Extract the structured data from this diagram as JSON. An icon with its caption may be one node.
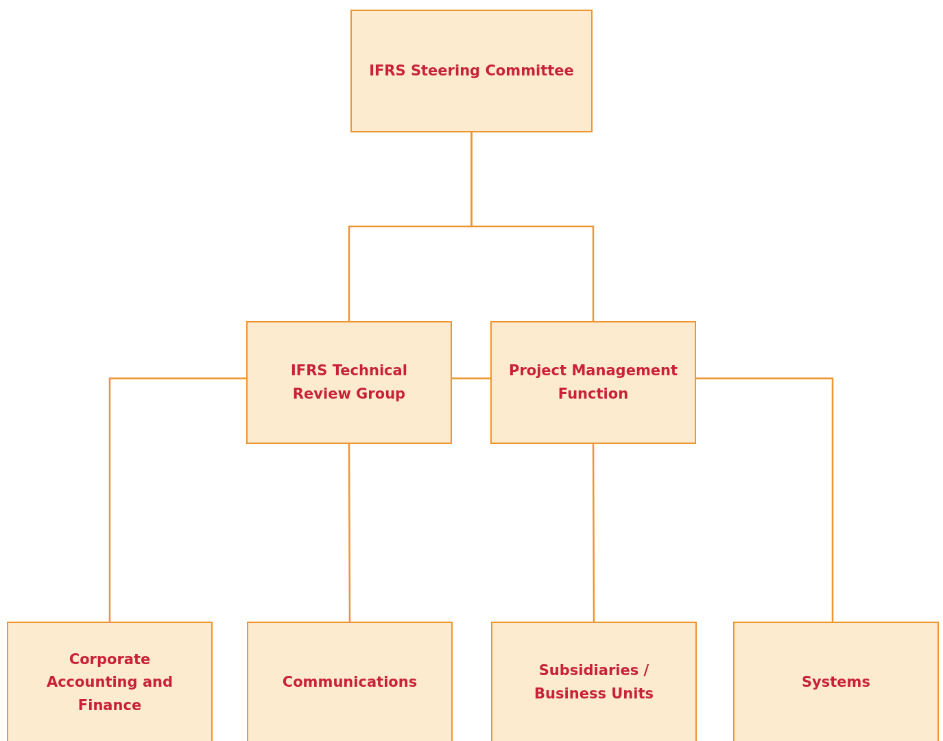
{
  "diagram": {
    "nodes": [
      {
        "text": [
          "IFRS Steering Committee"
        ]
      },
      {
        "text": [
          "IFRS Technical Review Group"
        ]
      },
      {
        "text": [
          "Project Management Function"
        ]
      },
      {
        "text": [
          "Corporate Accounting and Finance"
        ]
      },
      {
        "text": [
          "Communications"
        ]
      },
      {
        "text": [
          "Subsidiaries / Business Units"
        ]
      },
      {
        "text": [
          "Systems"
        ]
      }
    ],
    "edges": [
      {
        "from": 0,
        "to": 1,
        "arrow": "none"
      },
      {
        "from": 0,
        "to": 2,
        "arrow": "none"
      },
      {
        "from": 1,
        "to": 2,
        "arrow": "none"
      },
      {
        "from": 1,
        "to": 3,
        "arrow": "none"
      },
      {
        "from": 1,
        "to": 4,
        "arrow": "none"
      },
      {
        "from": 2,
        "to": 5,
        "arrow": "none"
      },
      {
        "from": 2,
        "to": 6,
        "arrow": "none"
      }
    ]
  }
}
